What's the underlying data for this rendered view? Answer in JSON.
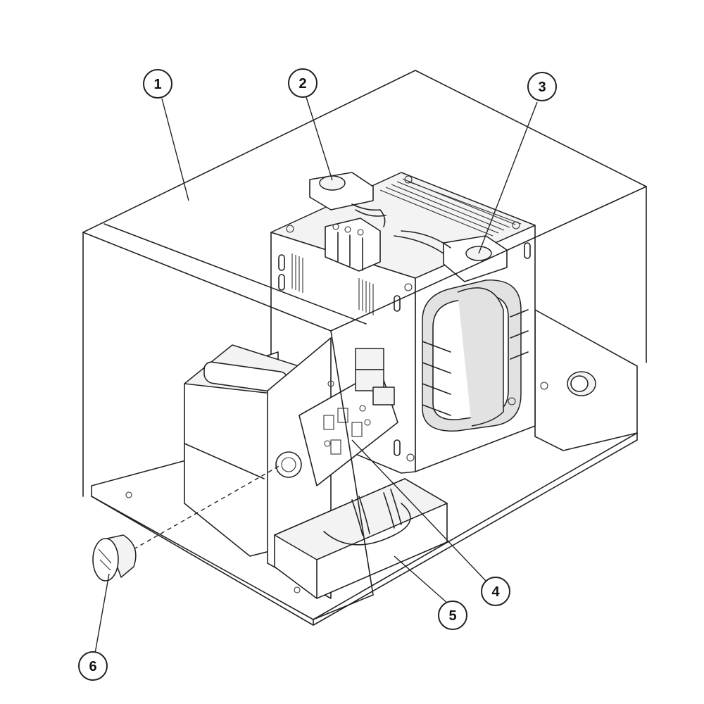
{
  "callouts": [
    {
      "id": "1",
      "label": "1"
    },
    {
      "id": "2",
      "label": "2"
    },
    {
      "id": "3",
      "label": "3"
    },
    {
      "id": "4",
      "label": "4"
    },
    {
      "id": "5",
      "label": "5"
    },
    {
      "id": "6",
      "label": "6"
    }
  ],
  "style": {
    "line_color": "#222222",
    "background": "#ffffff",
    "fill_light": "#f3f3f3"
  }
}
